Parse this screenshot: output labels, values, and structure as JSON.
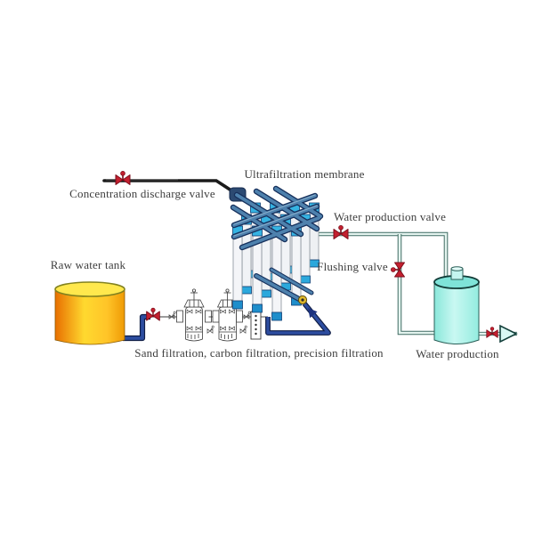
{
  "diagram": {
    "title": "Ultrafiltration water treatment process diagram",
    "labels": {
      "concentration_discharge_valve": "Concentration discharge valve",
      "ultrafiltration_membrane": "Ultrafiltration membrane",
      "water_production_valve": "Water production valve",
      "flushing_valve": "Flushing valve",
      "raw_water_tank": "Raw water tank",
      "pretreatment": "Sand filtration, carbon filtration, precision filtration",
      "water_production": "Water production"
    },
    "components": [
      {
        "name": "raw-water-tank",
        "type": "tank",
        "color": "#ffd22e"
      },
      {
        "name": "sand-filter",
        "type": "filter-vessel"
      },
      {
        "name": "carbon-filter",
        "type": "filter-vessel"
      },
      {
        "name": "precision-filter",
        "type": "cartridge-filter"
      },
      {
        "name": "ultrafiltration-unit",
        "type": "membrane-rack",
        "tube_rows": 3,
        "tube_columns": 4
      },
      {
        "name": "water-production-tank",
        "type": "tank",
        "color": "#9ceee4"
      },
      {
        "name": "concentration-discharge-valve",
        "type": "valve",
        "color": "#c3202f"
      },
      {
        "name": "feed-valve",
        "type": "valve",
        "color": "#c3202f"
      },
      {
        "name": "water-production-valve",
        "type": "valve",
        "color": "#c3202f"
      },
      {
        "name": "flushing-valve",
        "type": "valve",
        "color": "#c3202f"
      },
      {
        "name": "outlet-valve",
        "type": "valve",
        "color": "#c3202f"
      }
    ],
    "icons": {
      "valve": "bowtie-valve-icon",
      "flow_arrow": "triangle-arrow-icon",
      "manual_valve_small": "mini-valve-icon"
    },
    "colors": {
      "valve_red": "#c3202f",
      "valve_red_dark": "#7d0d1b",
      "raw_tank_orange": "#ee7a00",
      "raw_tank_yellow": "#ffd92f",
      "production_tank_cyan": "#9ceee4",
      "pipe_navy": "#2d4da0",
      "pipe_teal_outline": "#3f6b62",
      "pipe_black": "#1b1b1b",
      "membrane_steel_blue": "#4e81ad",
      "membrane_cap_blue": "#35b3e2",
      "label_text": "#3d3d3d",
      "background": "#ffffff"
    }
  }
}
